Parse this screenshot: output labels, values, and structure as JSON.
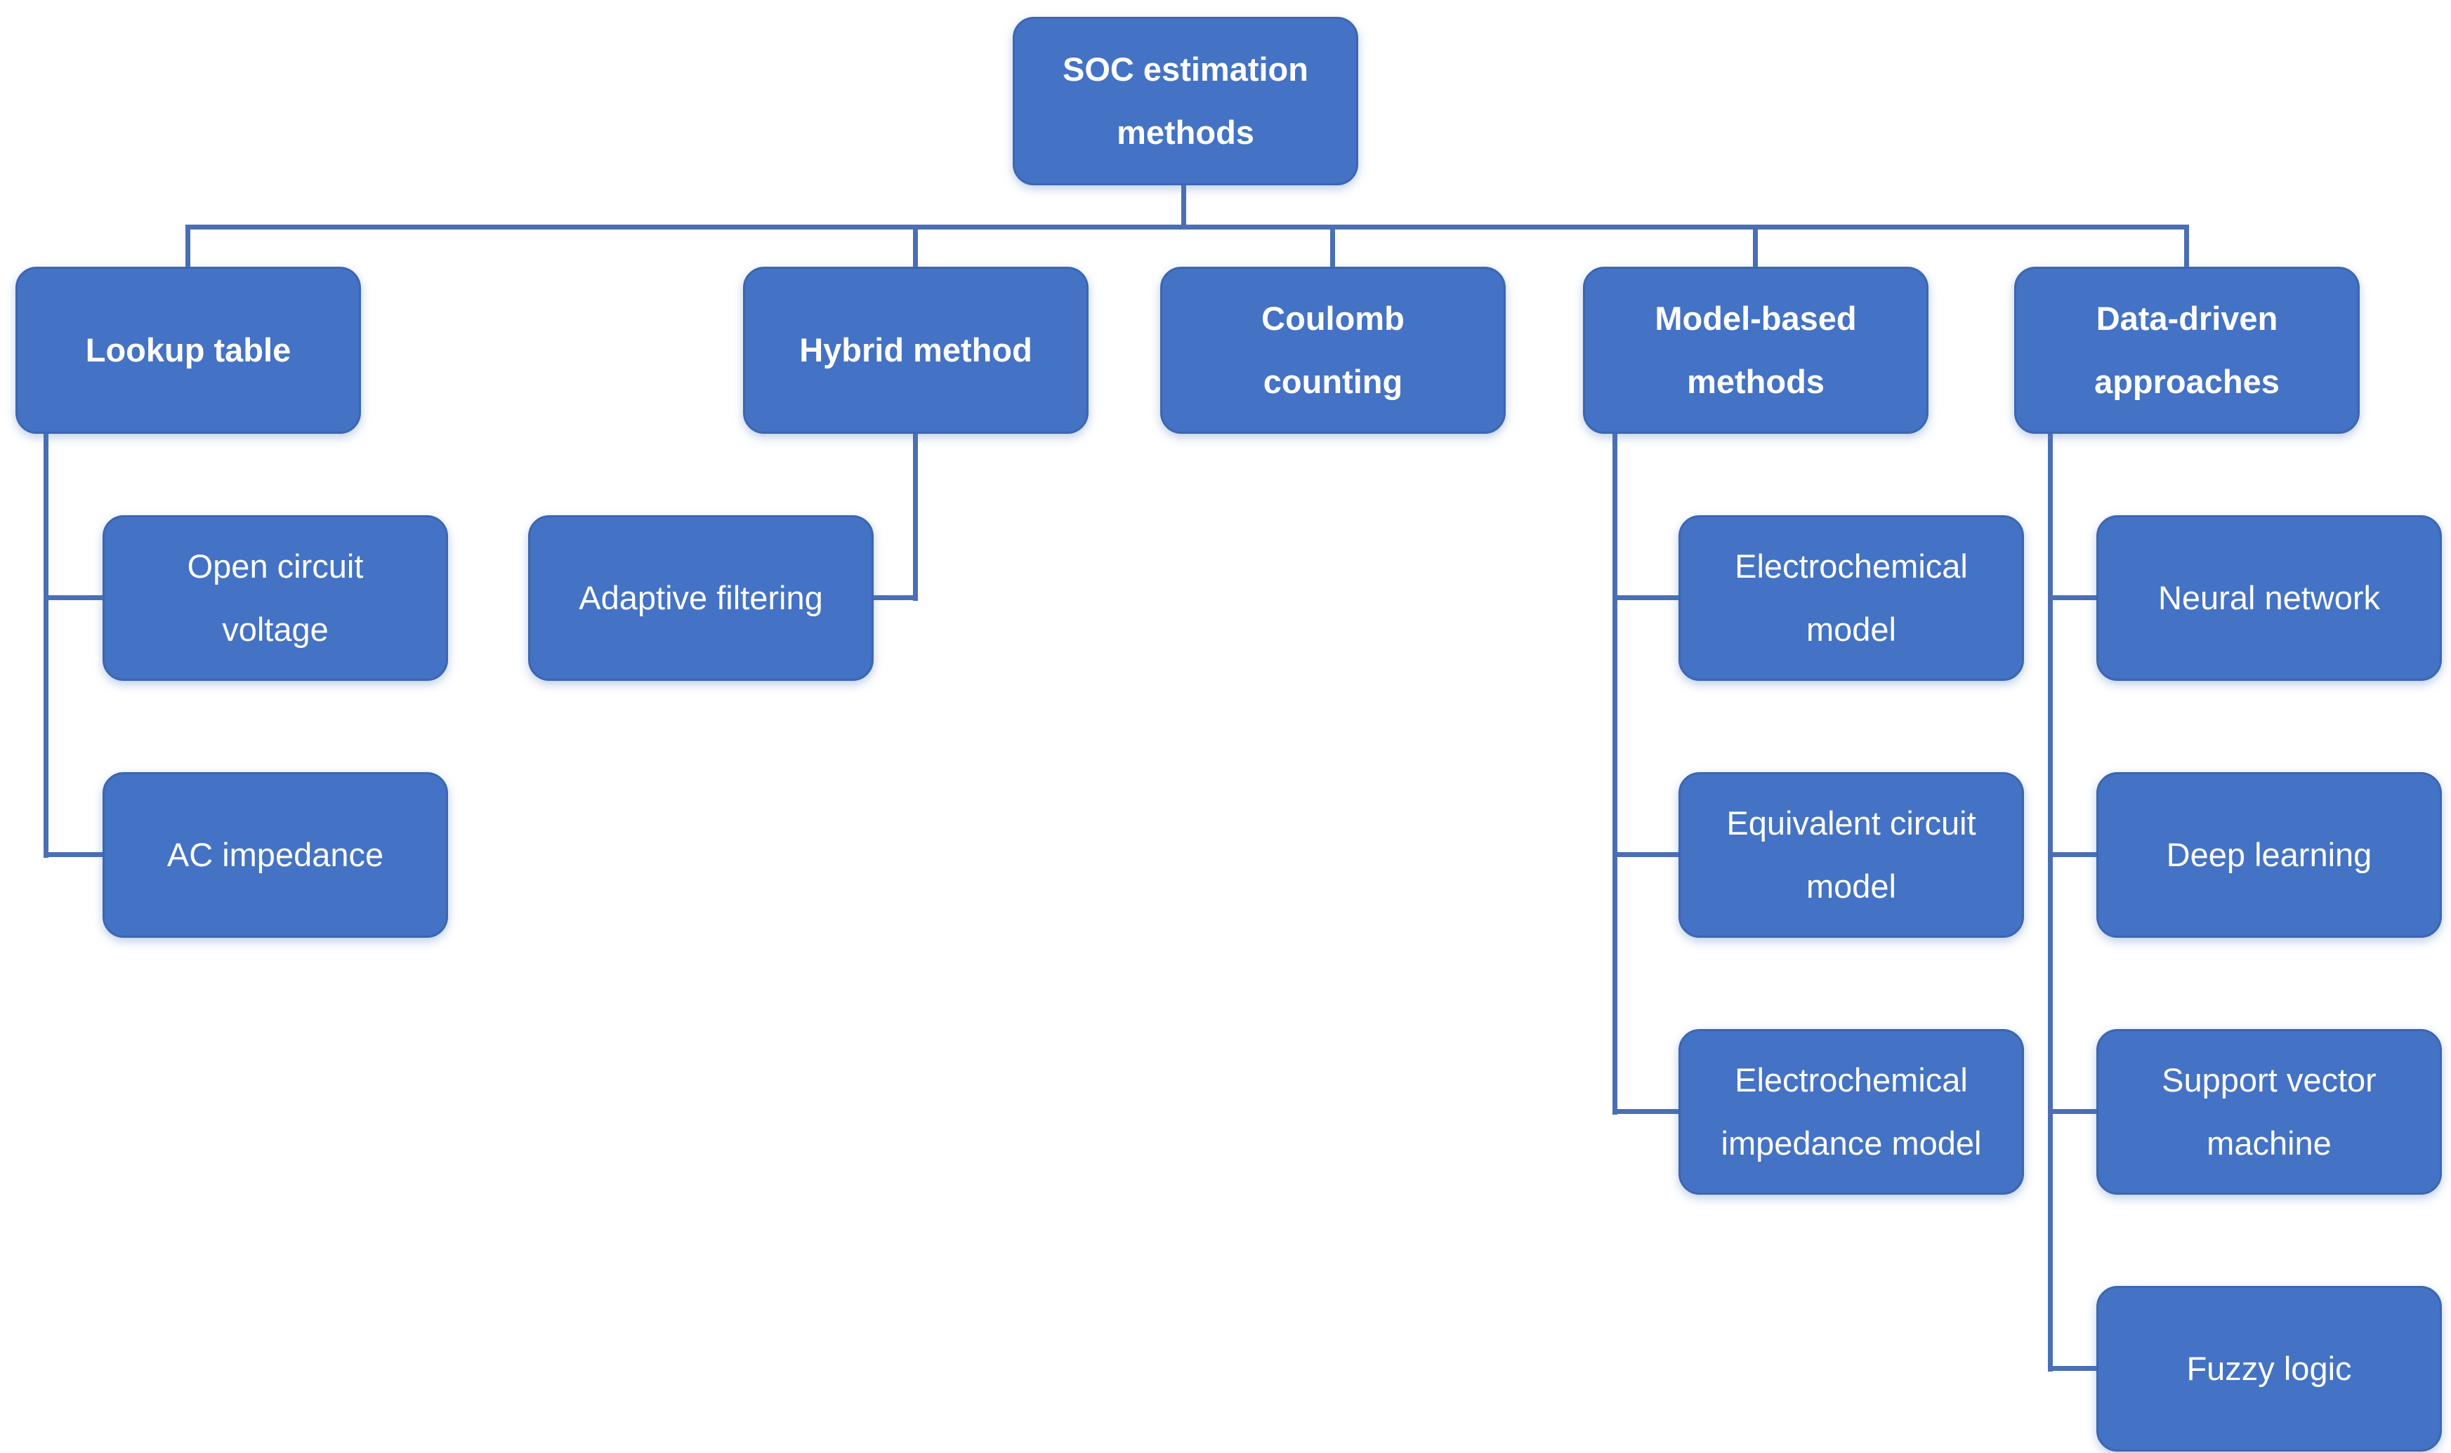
{
  "diagram": {
    "root": {
      "label": "SOC estimation methods"
    },
    "level1": [
      {
        "id": "lookup",
        "label": "Lookup table"
      },
      {
        "id": "hybrid",
        "label": "Hybrid method"
      },
      {
        "id": "coulomb",
        "label": "Coulomb counting"
      },
      {
        "id": "model",
        "label": "Model-based methods"
      },
      {
        "id": "data",
        "label": "Data-driven approaches"
      }
    ],
    "children": {
      "lookup": [
        {
          "label": "Open circuit voltage"
        },
        {
          "label": "AC impedance"
        }
      ],
      "hybrid": [
        {
          "label": "Adaptive filtering"
        }
      ],
      "coulomb": [],
      "model": [
        {
          "label": "Electrochemical model"
        },
        {
          "label": "Equivalent circuit model"
        },
        {
          "label": "Electrochemical impedance model"
        }
      ],
      "data": [
        {
          "label": "Neural network"
        },
        {
          "label": "Deep learning"
        },
        {
          "label": "Support vector machine"
        },
        {
          "label": "Fuzzy logic"
        }
      ]
    },
    "colors": {
      "node_fill": "#4472c4",
      "node_border": "#3c66b2",
      "connector": "#4a6fb5",
      "text": "#ffffff",
      "background": "#ffffff"
    }
  }
}
